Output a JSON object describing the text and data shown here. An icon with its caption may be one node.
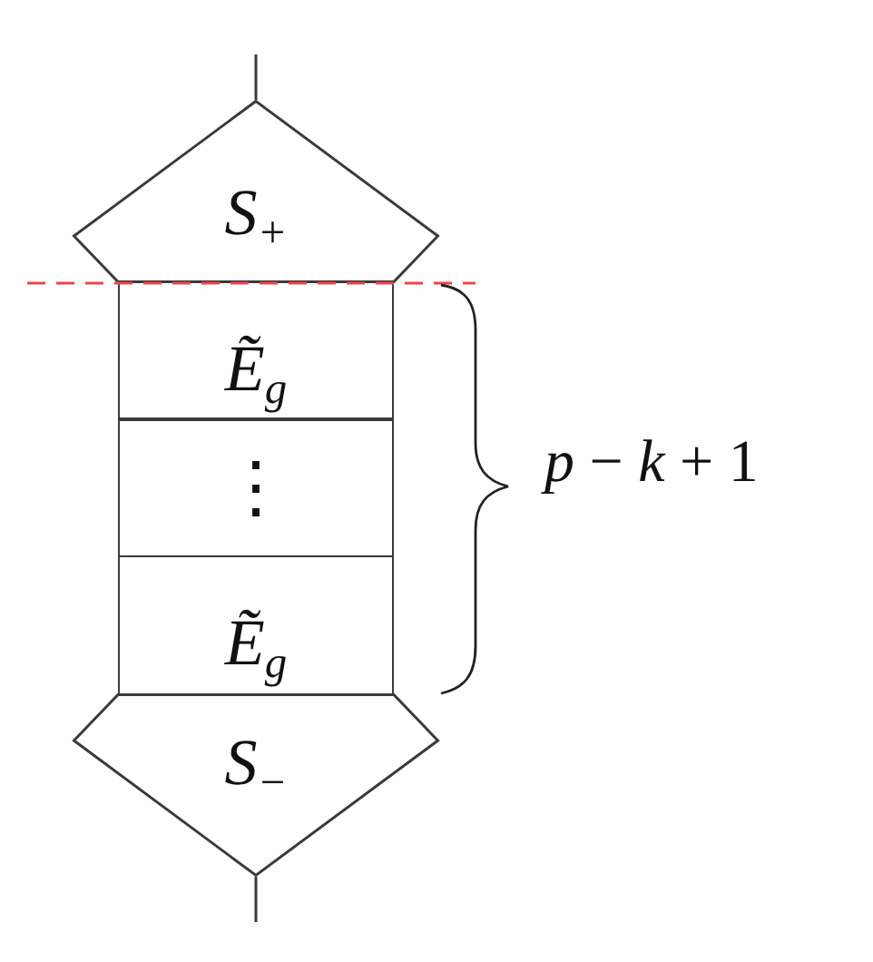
{
  "diagram": {
    "nodes": [
      {
        "text": [
          "S$_{+}$"
        ]
      },
      {
        "text": [
          "Ẽ$_{g}$"
        ]
      },
      {
        "text": [
          "⋮"
        ]
      },
      {
        "text": [
          "Ẽ$_{g}$"
        ]
      },
      {
        "text": [
          "S$_{−}$"
        ]
      }
    ],
    "edges": [
      {
        "from": null,
        "to": 0,
        "arrow": "none"
      },
      {
        "from": 4,
        "to": null,
        "arrow": "none"
      }
    ],
    "labels": [
      "*p* − *k* + 1"
    ]
  }
}
